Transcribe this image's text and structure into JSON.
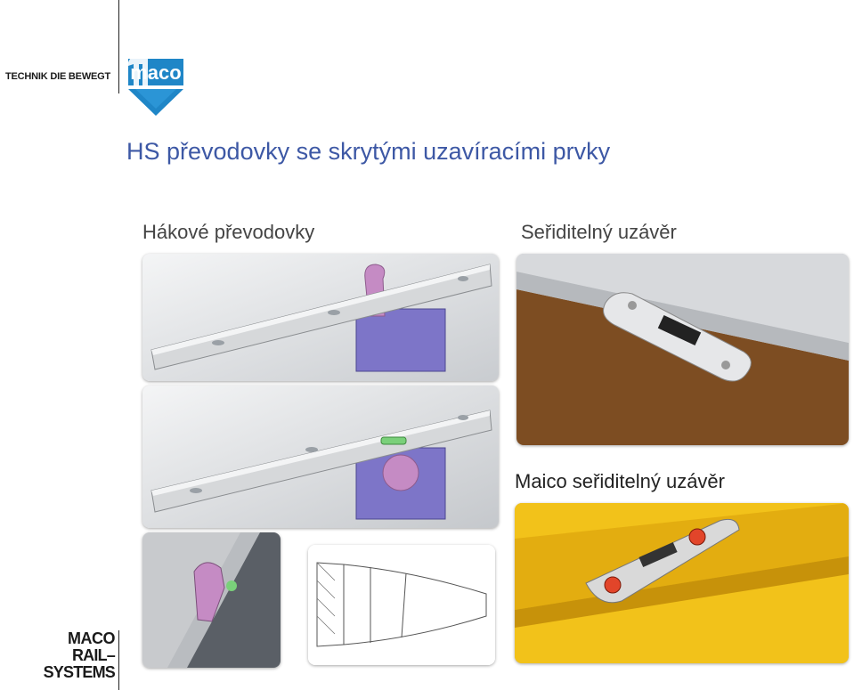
{
  "header": {
    "tagline": "TECHNIK DIE BEWEGT",
    "logo_text": "maco",
    "brand_color": "#1f86c7"
  },
  "title": "HS převodovky se skrytými uzavíracími prvky",
  "sections": {
    "left_heading": "Hákové převodovky",
    "right_heading": "Seřiditelný uzávěr",
    "bottom_right_heading": "Maico seřiditelný uzávěr"
  },
  "footer": {
    "line1": "MACO",
    "line2": "RAIL–SYSTEMS"
  },
  "colors": {
    "title": "#3d58a5",
    "gear_purple": "#8a7ec9",
    "hook_pink": "#c58bc4",
    "frame_brown": "#8b5a2b",
    "keeper_yellow": "#f2c21a"
  }
}
